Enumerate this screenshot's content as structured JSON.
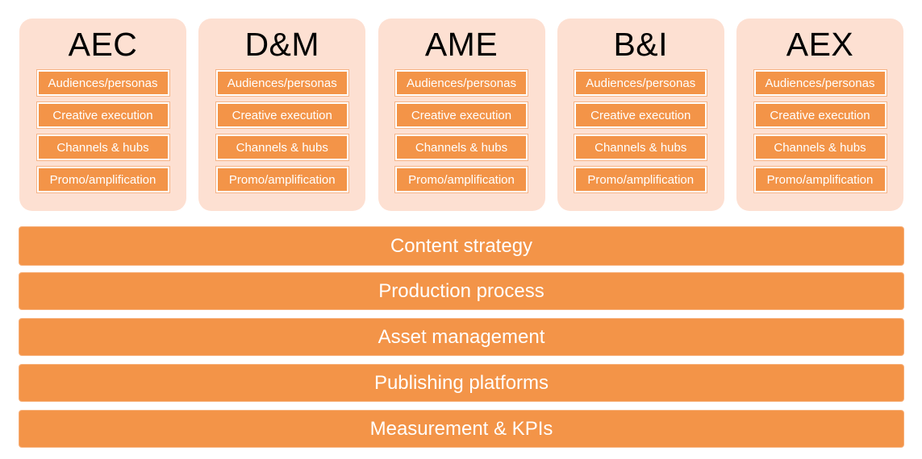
{
  "columns": [
    {
      "title": "AEC",
      "items": [
        "Audiences/personas",
        "Creative execution",
        "Channels & hubs",
        "Promo/amplification"
      ]
    },
    {
      "title": "D&M",
      "items": [
        "Audiences/personas",
        "Creative execution",
        "Channels & hubs",
        "Promo/amplification"
      ]
    },
    {
      "title": "AME",
      "items": [
        "Audiences/personas",
        "Creative execution",
        "Channels & hubs",
        "Promo/amplification"
      ]
    },
    {
      "title": "B&I",
      "items": [
        "Audiences/personas",
        "Creative execution",
        "Channels & hubs",
        "Promo/amplification"
      ]
    },
    {
      "title": "AEX",
      "items": [
        "Audiences/personas",
        "Creative execution",
        "Channels & hubs",
        "Promo/amplification"
      ]
    }
  ],
  "layers": [
    "Content strategy",
    "Production process",
    "Asset management",
    "Publishing platforms",
    "Measurement & KPIs"
  ],
  "colors": {
    "column_background": "#fde0d2",
    "item_fill": "#f39448",
    "bar_fill": "#f39448"
  }
}
